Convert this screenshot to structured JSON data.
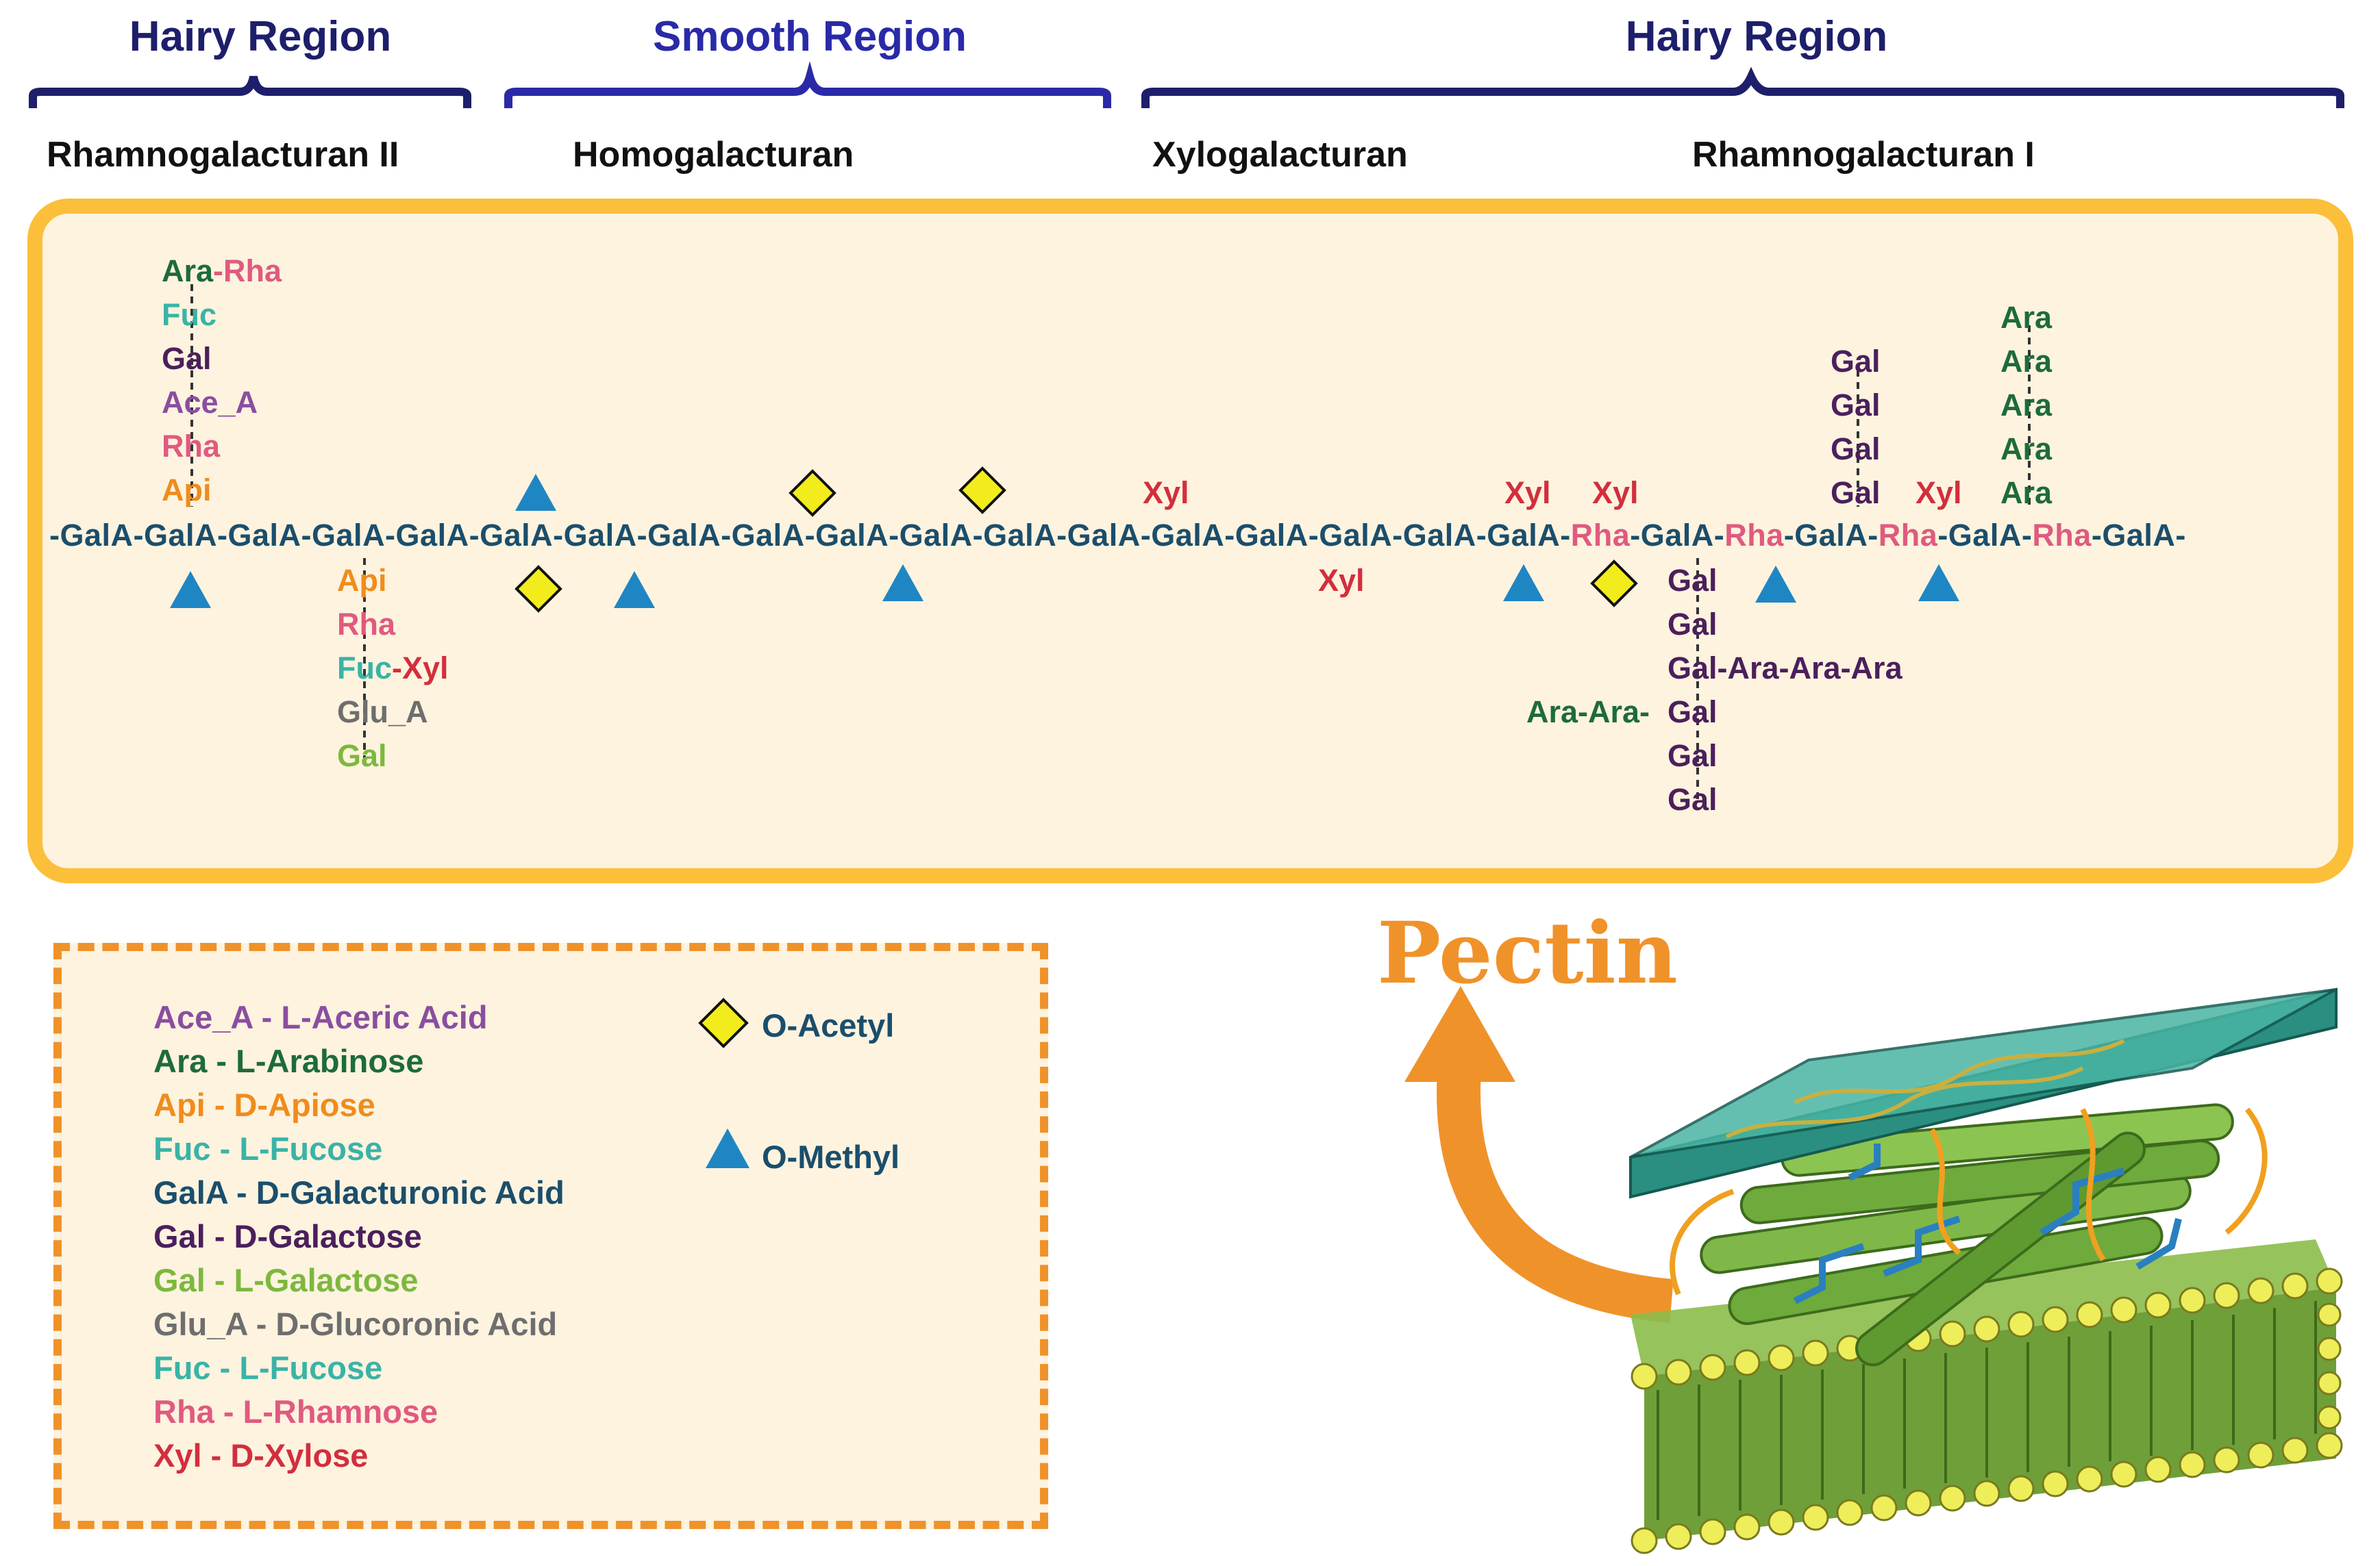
{
  "regions": [
    {
      "title": "Hairy Region",
      "subtitle": "Rhamnogalacturan II"
    },
    {
      "title": "Smooth Region",
      "subtitle": "Homogalacturan"
    },
    {
      "title": "Hairy Region",
      "subtitle_left": "Xylogalacturan",
      "subtitle_right": "Rhamnogalacturan I"
    }
  ],
  "colors": {
    "GalA": "#1b4e6c",
    "Ara": "#1e6b3a",
    "Rha": "#e05a7f",
    "Fuc": "#3ab3a6",
    "Gal": "#4b1f5c",
    "Ace_A": "#8a4ea0",
    "Api": "#f08c1c",
    "Xyl": "#d32e3e",
    "Glu_A": "#6e6e6e",
    "L_Gal": "#7db83e",
    "acetyl": "#f2ec1c",
    "methyl": "#1f86c4",
    "region_dark": "#1e1f6b",
    "region_blue": "#2a2aa8",
    "box_border": "#fbbf3a",
    "legend_border": "#f0922a"
  },
  "chain": [
    "-GalA-",
    "GalA-",
    "GalA-",
    "GalA-",
    "GalA-",
    "GalA-",
    "GalA-",
    "GalA-",
    "GalA-",
    "GalA-",
    "GalA-",
    "GalA-",
    "GalA-",
    "GalA-",
    "GalA-",
    "GalA-",
    "GalA-",
    "GalA-",
    "Rha",
    "-GalA-",
    "Rha",
    "-GalA-",
    "Rha",
    "-GalA-",
    "Rha",
    "-GalA-"
  ],
  "branches": {
    "rg2_up": [
      "Ara",
      "-Rha",
      "Fuc",
      "Gal",
      "Ace_A",
      "Rha",
      "Api"
    ],
    "rg2_down": [
      "Api",
      "Rha",
      "Fuc",
      "-Xyl",
      "Glu_A",
      "Gal"
    ],
    "xyl_up": [
      "Xyl",
      "Xyl",
      "Xyl",
      "Xyl"
    ],
    "xyl_down": "Xyl",
    "rg1_gal_up": [
      "Gal",
      "Gal",
      "Gal",
      "Gal"
    ],
    "rg1_ara_up": [
      "Ara",
      "Ara",
      "Ara",
      "Ara",
      "Ara"
    ],
    "rg1_down": [
      "Gal",
      "Gal",
      "Gal-Ara-Ara-Ara",
      "Ara-Ara-",
      "Gal",
      "Gal",
      "Gal"
    ]
  },
  "legend": {
    "items": [
      {
        "text": "Ace_A - L-Aceric Acid",
        "color": "#8a4ea0"
      },
      {
        "text": "Ara - L-Arabinose",
        "color": "#1e6b3a"
      },
      {
        "text": "Api - D-Apiose",
        "color": "#f08c1c"
      },
      {
        "text": "Fuc - L-Fucose",
        "color": "#3ab3a6"
      },
      {
        "text": "GalA - D-Galacturonic Acid",
        "color": "#1b4e6c"
      },
      {
        "text": "Gal - D-Galactose",
        "color": "#4b1f5c"
      },
      {
        "text": "Gal - L-Galactose",
        "color": "#7db83e"
      },
      {
        "text": "Glu_A - D-Glucoronic Acid",
        "color": "#6e6e6e"
      },
      {
        "text": "Fuc - L-Fucose",
        "color": "#3ab3a6"
      },
      {
        "text": "Rha - L-Rhamnose",
        "color": "#e05a7f"
      },
      {
        "text": "Xyl - D-Xylose",
        "color": "#d32e3e"
      }
    ],
    "acetyl_label": "O-Acetyl",
    "methyl_label": "O-Methyl"
  },
  "pectin_label": "Pectin"
}
